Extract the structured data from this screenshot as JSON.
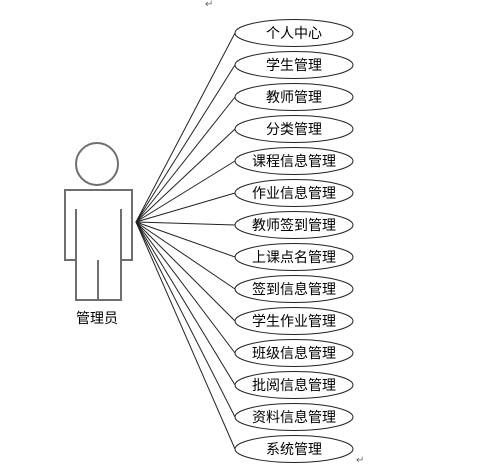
{
  "actor": {
    "label": "管理员"
  },
  "use_cases": [
    "个人中心",
    "学生管理",
    "教师管理",
    "分类管理",
    "课程信息管理",
    "作业信息管理",
    "教师签到管理",
    "上课点名管理",
    "签到信息管理",
    "学生作业管理",
    "班级信息管理",
    "批阅信息管理",
    "资料信息管理",
    "系统管理"
  ],
  "marks": {
    "top": "↵",
    "bottom": "↵"
  },
  "colors": {
    "line": "#222222",
    "actor_outline": "#6f6f6f"
  }
}
